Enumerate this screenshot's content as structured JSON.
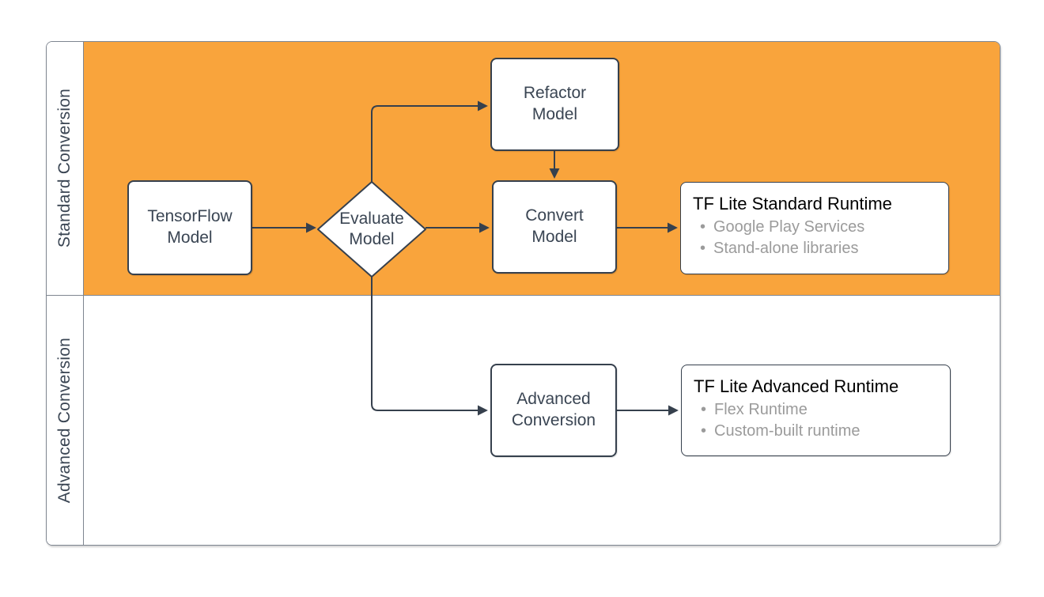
{
  "colors": {
    "lane-fill": "#F9A43C",
    "stroke": "#36404D",
    "text": "#3A4553",
    "frame-border": "#7E8590",
    "bullet": "#9B9B9B",
    "title": "#000000"
  },
  "lanes": [
    {
      "label": "Standard Conversion"
    },
    {
      "label": "Advanced Conversion"
    }
  ],
  "nodes": {
    "tensorflow_model": {
      "label": "TensorFlow\nModel"
    },
    "evaluate_model": {
      "label": "Evaluate\nModel"
    },
    "refactor_model": {
      "label": "Refactor\nModel"
    },
    "convert_model": {
      "label": "Convert\nModel"
    },
    "advanced_conversion": {
      "label": "Advanced\nConversion"
    },
    "tflite_standard": {
      "title": "TF Lite Standard Runtime",
      "bullets": [
        "Google Play Services",
        "Stand-alone libraries"
      ]
    },
    "tflite_advanced": {
      "title": "TF Lite Advanced Runtime",
      "bullets": [
        "Flex Runtime",
        "Custom-built runtime"
      ]
    }
  }
}
